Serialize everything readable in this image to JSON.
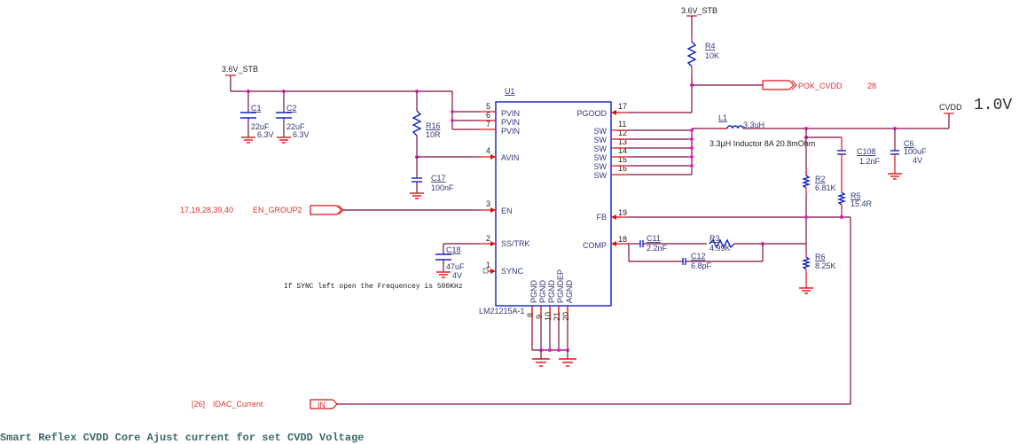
{
  "title_note": "Smart Reflex CVDD  Core Ajust current for set CVDD  Voltage",
  "output_voltage_note": "1.0V",
  "sync_note": "If SYNC left open the Frequencey is 500KHz",
  "inductor_note": "3.3µH Inductor 8A 20.8mOhm",
  "power_rails": {
    "stb_left": "3.6V_STB",
    "stb_top": "3.6V_STB",
    "cvdd": "CVDD"
  },
  "ic": {
    "ref": "U1",
    "part": "LM21215A-1",
    "left_pins": [
      {
        "num": "5",
        "name": "PVIN"
      },
      {
        "num": "6",
        "name": "PVIN"
      },
      {
        "num": "7",
        "name": "PVIN"
      },
      {
        "num": "4",
        "name": "AVIN"
      },
      {
        "num": "3",
        "name": "EN"
      },
      {
        "num": "2",
        "name": "SS/TRK"
      },
      {
        "num": "1",
        "name": "SYNC"
      }
    ],
    "right_pins": [
      {
        "num": "17",
        "name": "PGOOD"
      },
      {
        "num": "11",
        "name": "SW"
      },
      {
        "num": "12",
        "name": "SW"
      },
      {
        "num": "13",
        "name": "SW"
      },
      {
        "num": "14",
        "name": "SW"
      },
      {
        "num": "15",
        "name": "SW"
      },
      {
        "num": "16",
        "name": "SW"
      },
      {
        "num": "19",
        "name": "FB"
      },
      {
        "num": "18",
        "name": "COMP"
      }
    ],
    "bottom_pins": [
      {
        "num": "8",
        "name": "PGND"
      },
      {
        "num": "9",
        "name": "PGND"
      },
      {
        "num": "10",
        "name": "PGND"
      },
      {
        "num": "21",
        "name": "PGNDEP"
      },
      {
        "num": "20",
        "name": "AGND"
      }
    ]
  },
  "components": {
    "C1": {
      "ref": "C1",
      "value": "22uF",
      "rating": "6.3V"
    },
    "C2": {
      "ref": "C2",
      "value": "22uF",
      "rating": "6.3V"
    },
    "R16": {
      "ref": "R16",
      "value": "10R"
    },
    "C17": {
      "ref": "C17",
      "value": "100nF"
    },
    "C18": {
      "ref": "C18",
      "value": "47uF",
      "rating": "4V"
    },
    "R4": {
      "ref": "R4",
      "value": "10K"
    },
    "L1": {
      "ref": "L1",
      "value": "3.3uH"
    },
    "C108": {
      "ref": "C108",
      "value": "1.2nF"
    },
    "C6": {
      "ref": "C6",
      "value": "100uF",
      "rating": "4V"
    },
    "R2": {
      "ref": "R2",
      "value": "6.81K"
    },
    "R5": {
      "ref": "R5",
      "value": "15.4R"
    },
    "R6": {
      "ref": "R6",
      "value": "8.25K"
    },
    "C11": {
      "ref": "C11",
      "value": "2.2nF"
    },
    "R3": {
      "ref": "R3",
      "value": "4.99K"
    },
    "C12": {
      "ref": "C12",
      "value": "6.8pF"
    }
  },
  "ports": {
    "en": {
      "name": "EN_GROUP2",
      "pages": "17,19,28,39,40"
    },
    "pok": {
      "name": "POK_CVDD",
      "pages": "28"
    },
    "idac": {
      "name": "IDAC_Current",
      "pages": "[26]",
      "flag": "IN"
    }
  }
}
